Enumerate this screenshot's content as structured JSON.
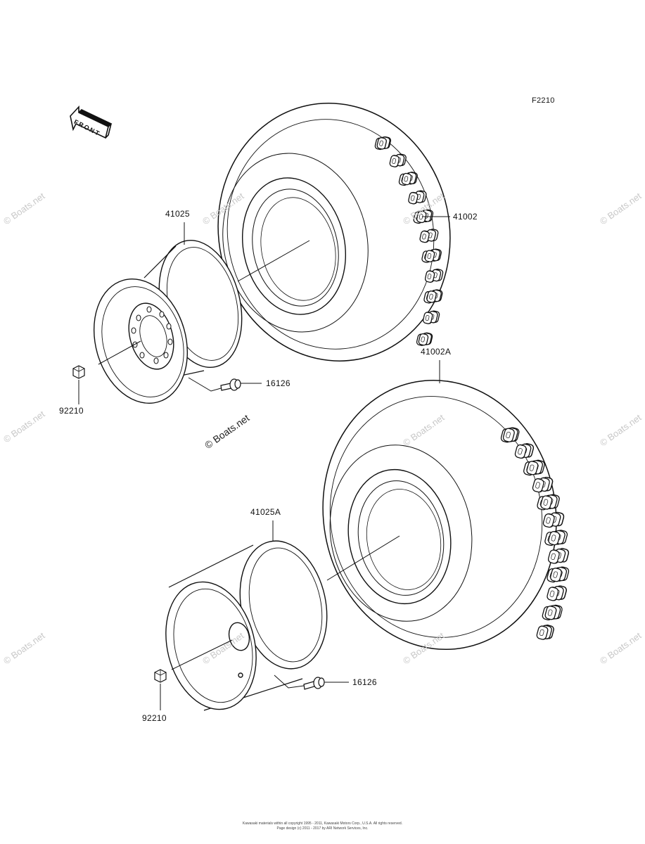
{
  "figure_code": "F2210",
  "front_arrow_label": "FRONT",
  "parts": {
    "tire_front": "41002",
    "wheel_front": "41025",
    "valve_front": "16126",
    "nut_front": "92210",
    "tire_rear": "41002A",
    "wheel_rear": "41025A",
    "valve_rear": "16126",
    "nut_rear": "92210"
  },
  "watermark": "© Boats.net",
  "copyright_line1": "Kawasaki materials within all copyright 1995 - 2011, Kawasaki Motors Corp., U.S.A. All rights reserved.",
  "copyright_line2": "Page design (c) 2011 - 2017 by ARI Network Services, Inc."
}
